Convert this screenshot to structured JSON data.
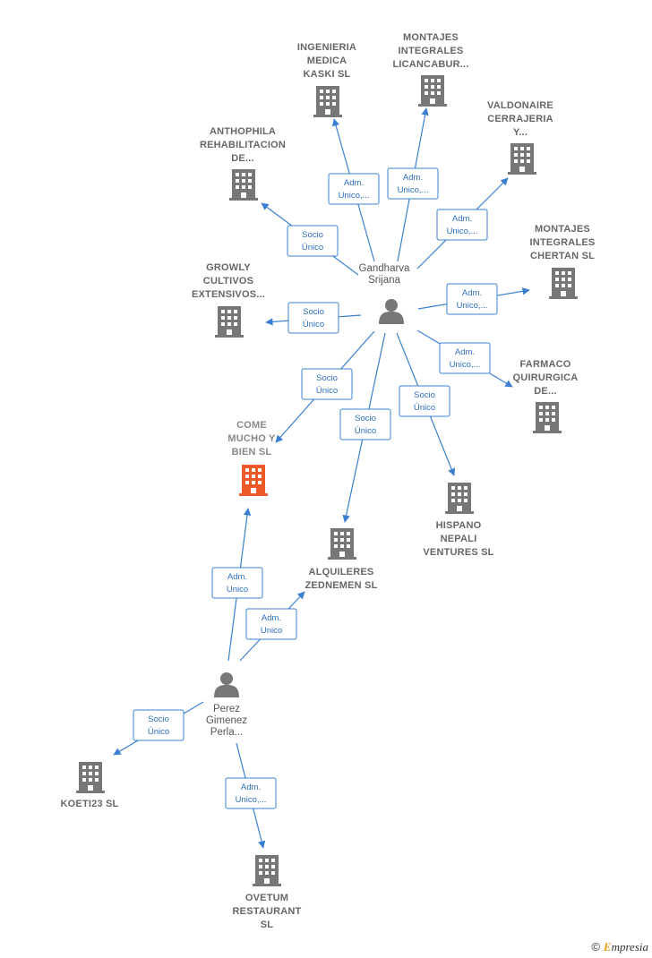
{
  "colors": {
    "edge": "#3b80d0",
    "building": "#777777",
    "focus_building": "#f05a28",
    "person": "#777777"
  },
  "nodes": [
    {
      "id": "gandharva",
      "kind": "person",
      "label": [
        "Gandharva",
        "Srijana"
      ],
      "icon": "person-icon"
    },
    {
      "id": "perez",
      "kind": "person",
      "label": [
        "Perez",
        "Gimenez",
        "Perla..."
      ],
      "icon": "person-icon"
    },
    {
      "id": "come",
      "kind": "company",
      "focus": true,
      "label": [
        "COME",
        "MUCHO Y",
        "BIEN  SL"
      ],
      "icon": "building-icon"
    },
    {
      "id": "ingenieria",
      "kind": "company",
      "label": [
        "INGENIERIA",
        "MEDICA",
        "KASKI  SL"
      ],
      "icon": "building-icon"
    },
    {
      "id": "montajes_lic",
      "kind": "company",
      "label": [
        "MONTAJES",
        "INTEGRALES",
        "LICANCABUR..."
      ],
      "icon": "building-icon"
    },
    {
      "id": "valdonaire",
      "kind": "company",
      "label": [
        "VALDONAIRE",
        "CERRAJERIA",
        "Y..."
      ],
      "icon": "building-icon"
    },
    {
      "id": "anthophila",
      "kind": "company",
      "label": [
        "ANTHOPHILA",
        "REHABILITACION",
        "DE..."
      ],
      "icon": "building-icon"
    },
    {
      "id": "montajes_che",
      "kind": "company",
      "label": [
        "MONTAJES",
        "INTEGRALES",
        "CHERTAN  SL"
      ],
      "icon": "building-icon"
    },
    {
      "id": "growly",
      "kind": "company",
      "label": [
        "GROWLY",
        "CULTIVOS",
        "EXTENSIVOS..."
      ],
      "icon": "building-icon"
    },
    {
      "id": "farmaco",
      "kind": "company",
      "label": [
        "FARMACO",
        "QUIRURGICA",
        "DE..."
      ],
      "icon": "building-icon"
    },
    {
      "id": "hispano",
      "kind": "company",
      "label": [
        "HISPANO",
        "NEPALI",
        "VENTURES  SL"
      ],
      "icon": "building-icon"
    },
    {
      "id": "alquileres",
      "kind": "company",
      "label": [
        "ALQUILERES",
        "ZEDNEMEN  SL"
      ],
      "icon": "building-icon"
    },
    {
      "id": "koeti",
      "kind": "company",
      "label": [
        "KOETI23  SL"
      ],
      "icon": "building-icon"
    },
    {
      "id": "ovetum",
      "kind": "company",
      "label": [
        "OVETUM",
        "RESTAURANT",
        "SL"
      ],
      "icon": "building-icon"
    }
  ],
  "edges": [
    {
      "from": "gandharva",
      "to": "ingenieria",
      "label": [
        "Adm.",
        "Unico,..."
      ]
    },
    {
      "from": "gandharva",
      "to": "montajes_lic",
      "label": [
        "Adm.",
        "Unico,..."
      ]
    },
    {
      "from": "gandharva",
      "to": "valdonaire",
      "label": [
        "Adm.",
        "Unico,..."
      ]
    },
    {
      "from": "gandharva",
      "to": "anthophila",
      "label": [
        "Socio",
        "Único"
      ]
    },
    {
      "from": "gandharva",
      "to": "montajes_che",
      "label": [
        "Adm.",
        "Unico,..."
      ]
    },
    {
      "from": "gandharva",
      "to": "growly",
      "label": [
        "Socio",
        "Único"
      ]
    },
    {
      "from": "gandharva",
      "to": "farmaco",
      "label": [
        "Adm.",
        "Unico,..."
      ]
    },
    {
      "from": "gandharva",
      "to": "come",
      "label": [
        "Socio",
        "Único"
      ]
    },
    {
      "from": "gandharva",
      "to": "alquileres",
      "label": [
        "Socio",
        "Único"
      ]
    },
    {
      "from": "gandharva",
      "to": "hispano",
      "label": [
        "Socio",
        "Único"
      ]
    },
    {
      "from": "perez",
      "to": "come",
      "label": [
        "Adm.",
        "Unico"
      ]
    },
    {
      "from": "perez",
      "to": "alquileres",
      "label": [
        "Adm.",
        "Unico"
      ]
    },
    {
      "from": "perez",
      "to": "koeti",
      "label": [
        "Socio",
        "Único"
      ]
    },
    {
      "from": "perez",
      "to": "ovetum",
      "label": [
        "Adm.",
        "Unico,..."
      ]
    }
  ],
  "footer": {
    "copyright": "©",
    "brand_initial": "E",
    "brand_rest": "mpresia"
  }
}
